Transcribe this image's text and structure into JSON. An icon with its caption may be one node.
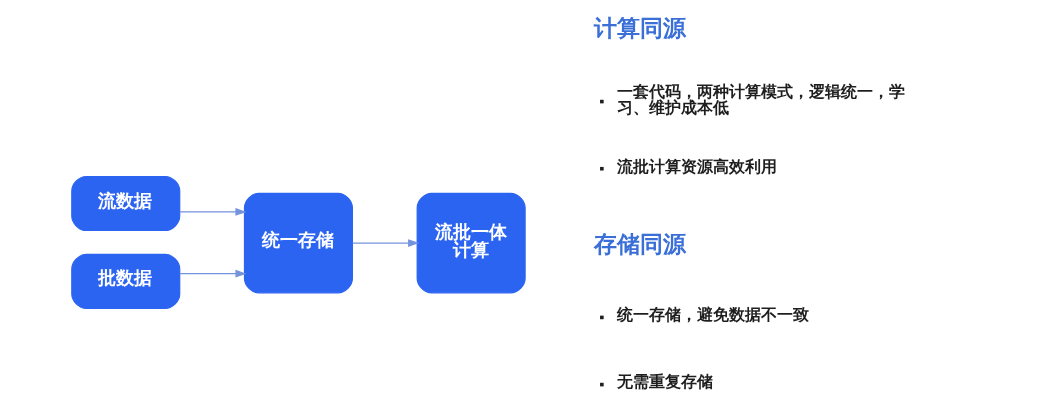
{
  "diagram": {
    "nodes": [
      {
        "text": [
          "流数据"
        ]
      },
      {
        "text": [
          "批数据"
        ]
      },
      {
        "text": [
          "统一存储"
        ]
      },
      {
        "text": [
          "流批一体计算"
        ]
      }
    ],
    "edges": [
      {
        "from": 0,
        "to": 2,
        "arrow": "to"
      },
      {
        "from": 1,
        "to": 2,
        "arrow": "to"
      },
      {
        "from": 2,
        "to": 3,
        "arrow": "to"
      }
    ],
    "labels": [
      "计算同源",
      "一套代码，两种计算模式，逻辑统一，学习、维护成本低",
      "流批计算资源高效利用",
      "存储同源",
      "统一存储，避免数据不一致",
      "无需重复存储"
    ]
  }
}
